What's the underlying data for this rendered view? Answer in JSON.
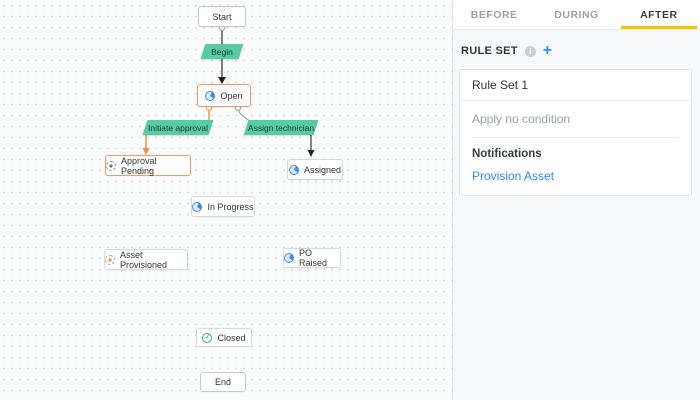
{
  "canvas": {
    "nodes": [
      {
        "id": "start",
        "label": "Start",
        "type": "terminal"
      },
      {
        "id": "begin",
        "label": "Begin",
        "type": "transition"
      },
      {
        "id": "open",
        "label": "Open",
        "type": "status",
        "icon": "clock-blue",
        "highlighted": true
      },
      {
        "id": "initiate-approval",
        "label": "Initiate approval",
        "type": "transition"
      },
      {
        "id": "assign-technician",
        "label": "Assign technician",
        "type": "transition"
      },
      {
        "id": "approval-pending",
        "label": "Approval Pending",
        "type": "status",
        "icon": "clock-pending",
        "highlighted": true
      },
      {
        "id": "assigned",
        "label": "Assigned",
        "type": "status",
        "icon": "clock-blue"
      },
      {
        "id": "in-progress",
        "label": "In Progress",
        "type": "status",
        "icon": "clock-blue"
      },
      {
        "id": "asset-provisioned",
        "label": "Asset Provisioned",
        "type": "status",
        "icon": "clock-dashed-orange"
      },
      {
        "id": "po-raised",
        "label": "PO Raised",
        "type": "status",
        "icon": "clock-blue"
      },
      {
        "id": "closed",
        "label": "Closed",
        "type": "status",
        "icon": "check-green"
      },
      {
        "id": "end",
        "label": "End",
        "type": "terminal"
      }
    ],
    "edges": [
      {
        "from": "Start",
        "via": "Begin",
        "to": "Open"
      },
      {
        "from": "Open",
        "via": "Initiate approval",
        "to": "Approval Pending"
      },
      {
        "from": "Open",
        "via": "Assign technician",
        "to": "Assigned"
      }
    ]
  },
  "panel": {
    "tabs": [
      {
        "label": "BEFORE",
        "active": false
      },
      {
        "label": "DURING",
        "active": false
      },
      {
        "label": "AFTER",
        "active": true
      }
    ],
    "rule_set": {
      "heading": "RULE SET",
      "card": {
        "title": "Rule Set 1",
        "condition": "Apply no condition",
        "notifications_label": "Notifications",
        "notification_link": "Provision Asset"
      }
    }
  },
  "icons": {
    "info": "i",
    "add": "+",
    "check": "✓"
  },
  "colors": {
    "transition_green": "#57cba3",
    "highlight_orange": "#f0976b",
    "status_icon_blue": "#3f8cdb",
    "tab_underline_yellow": "#f5c400",
    "link_blue": "#2e86ed",
    "closed_green": "#35b36c"
  }
}
